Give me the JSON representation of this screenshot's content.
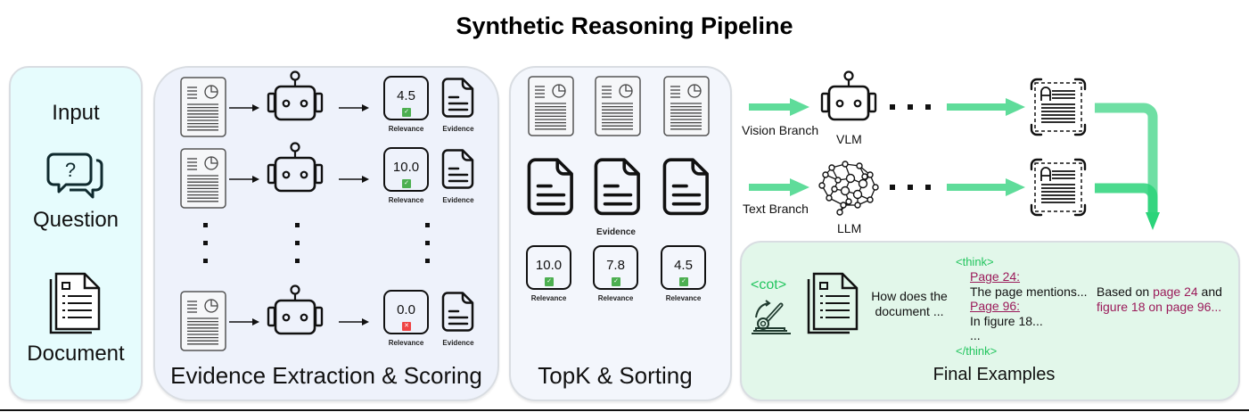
{
  "title": "Synthetic Reasoning Pipeline",
  "input_panel": {
    "heading": "Input",
    "question_label": "Question",
    "document_label": "Document",
    "icons": [
      "question-chat-icon",
      "document-stack-icon"
    ]
  },
  "extraction_panel": {
    "title": "Evidence Extraction & Scoring",
    "rows": [
      {
        "score": "4.5",
        "status": "pass",
        "score_label": "Relevance",
        "evidence_label": "Evidence"
      },
      {
        "score": "10.0",
        "status": "pass",
        "score_label": "Relevance",
        "evidence_label": "Evidence"
      },
      {
        "score": "0.0",
        "status": "fail",
        "score_label": "Relevance",
        "evidence_label": "Evidence"
      }
    ],
    "ellipsis": "⋮"
  },
  "topk_panel": {
    "title": "TopK & Sorting",
    "evidence_label": "Evidence",
    "scores": [
      {
        "score": "10.0",
        "status": "pass",
        "label": "Relevance"
      },
      {
        "score": "7.8",
        "status": "pass",
        "label": "Relevance"
      },
      {
        "score": "4.5",
        "status": "pass",
        "label": "Relevance"
      }
    ]
  },
  "branches": {
    "vision": {
      "label": "Vision Branch",
      "model": "VLM"
    },
    "text": {
      "label": "Text Branch",
      "model": "LLM"
    },
    "dots": "• • •"
  },
  "final_panel": {
    "title": "Final Examples",
    "cot_tag": "<cot>",
    "question_text": [
      "How does the",
      "document ..."
    ],
    "think_open": "<think>",
    "think_close": "</think>",
    "think_lines": [
      {
        "text": "Page 24:",
        "style": "link"
      },
      {
        "text": "The page mentions...",
        "style": "plain"
      },
      {
        "text": "Page 96:",
        "style": "link"
      },
      {
        "text": "In figure 18...",
        "style": "plain"
      },
      {
        "text": "...",
        "style": "plain"
      }
    ],
    "answer": {
      "prefix": "Based on ",
      "ref1": "page 24",
      "mid": " and",
      "ref2": "figure 18 on page 96..."
    }
  },
  "colors": {
    "accent_green": "#22c55e",
    "arrow_green": "#5fdc9a",
    "maroon": "#9b1b5a",
    "pass": "#4caf50",
    "fail": "#ef4444"
  }
}
